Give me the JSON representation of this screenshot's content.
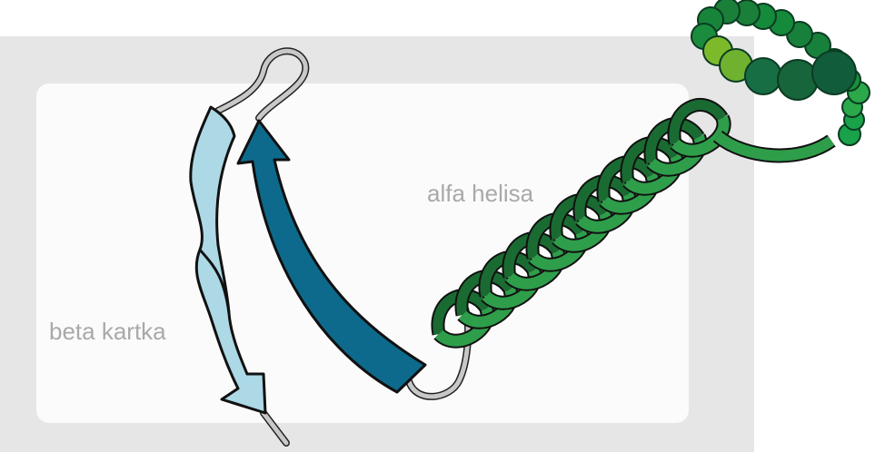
{
  "labels": {
    "alpha_helix": "alfa helisa",
    "beta_sheet": "beta kartka"
  },
  "colors": {
    "outer_panel": "#e6e6e6",
    "inner_panel": "#fbfbfb",
    "label_text": "#a9a9a9",
    "beta_light": "#add8e6",
    "beta_dark": "#0e6a8c",
    "helix_green": "#2e9e4a",
    "helix_dark_green": "#1a6b32",
    "loop_gray": "#c8c8c8",
    "bead_light_green": "#7cba2b"
  },
  "icons": {
    "beta_strand_light": "beta-strand-arrow",
    "beta_strand_dark": "beta-strand-arrow",
    "helix": "alpha-helix-coil",
    "beads": "random-coil-beads"
  }
}
